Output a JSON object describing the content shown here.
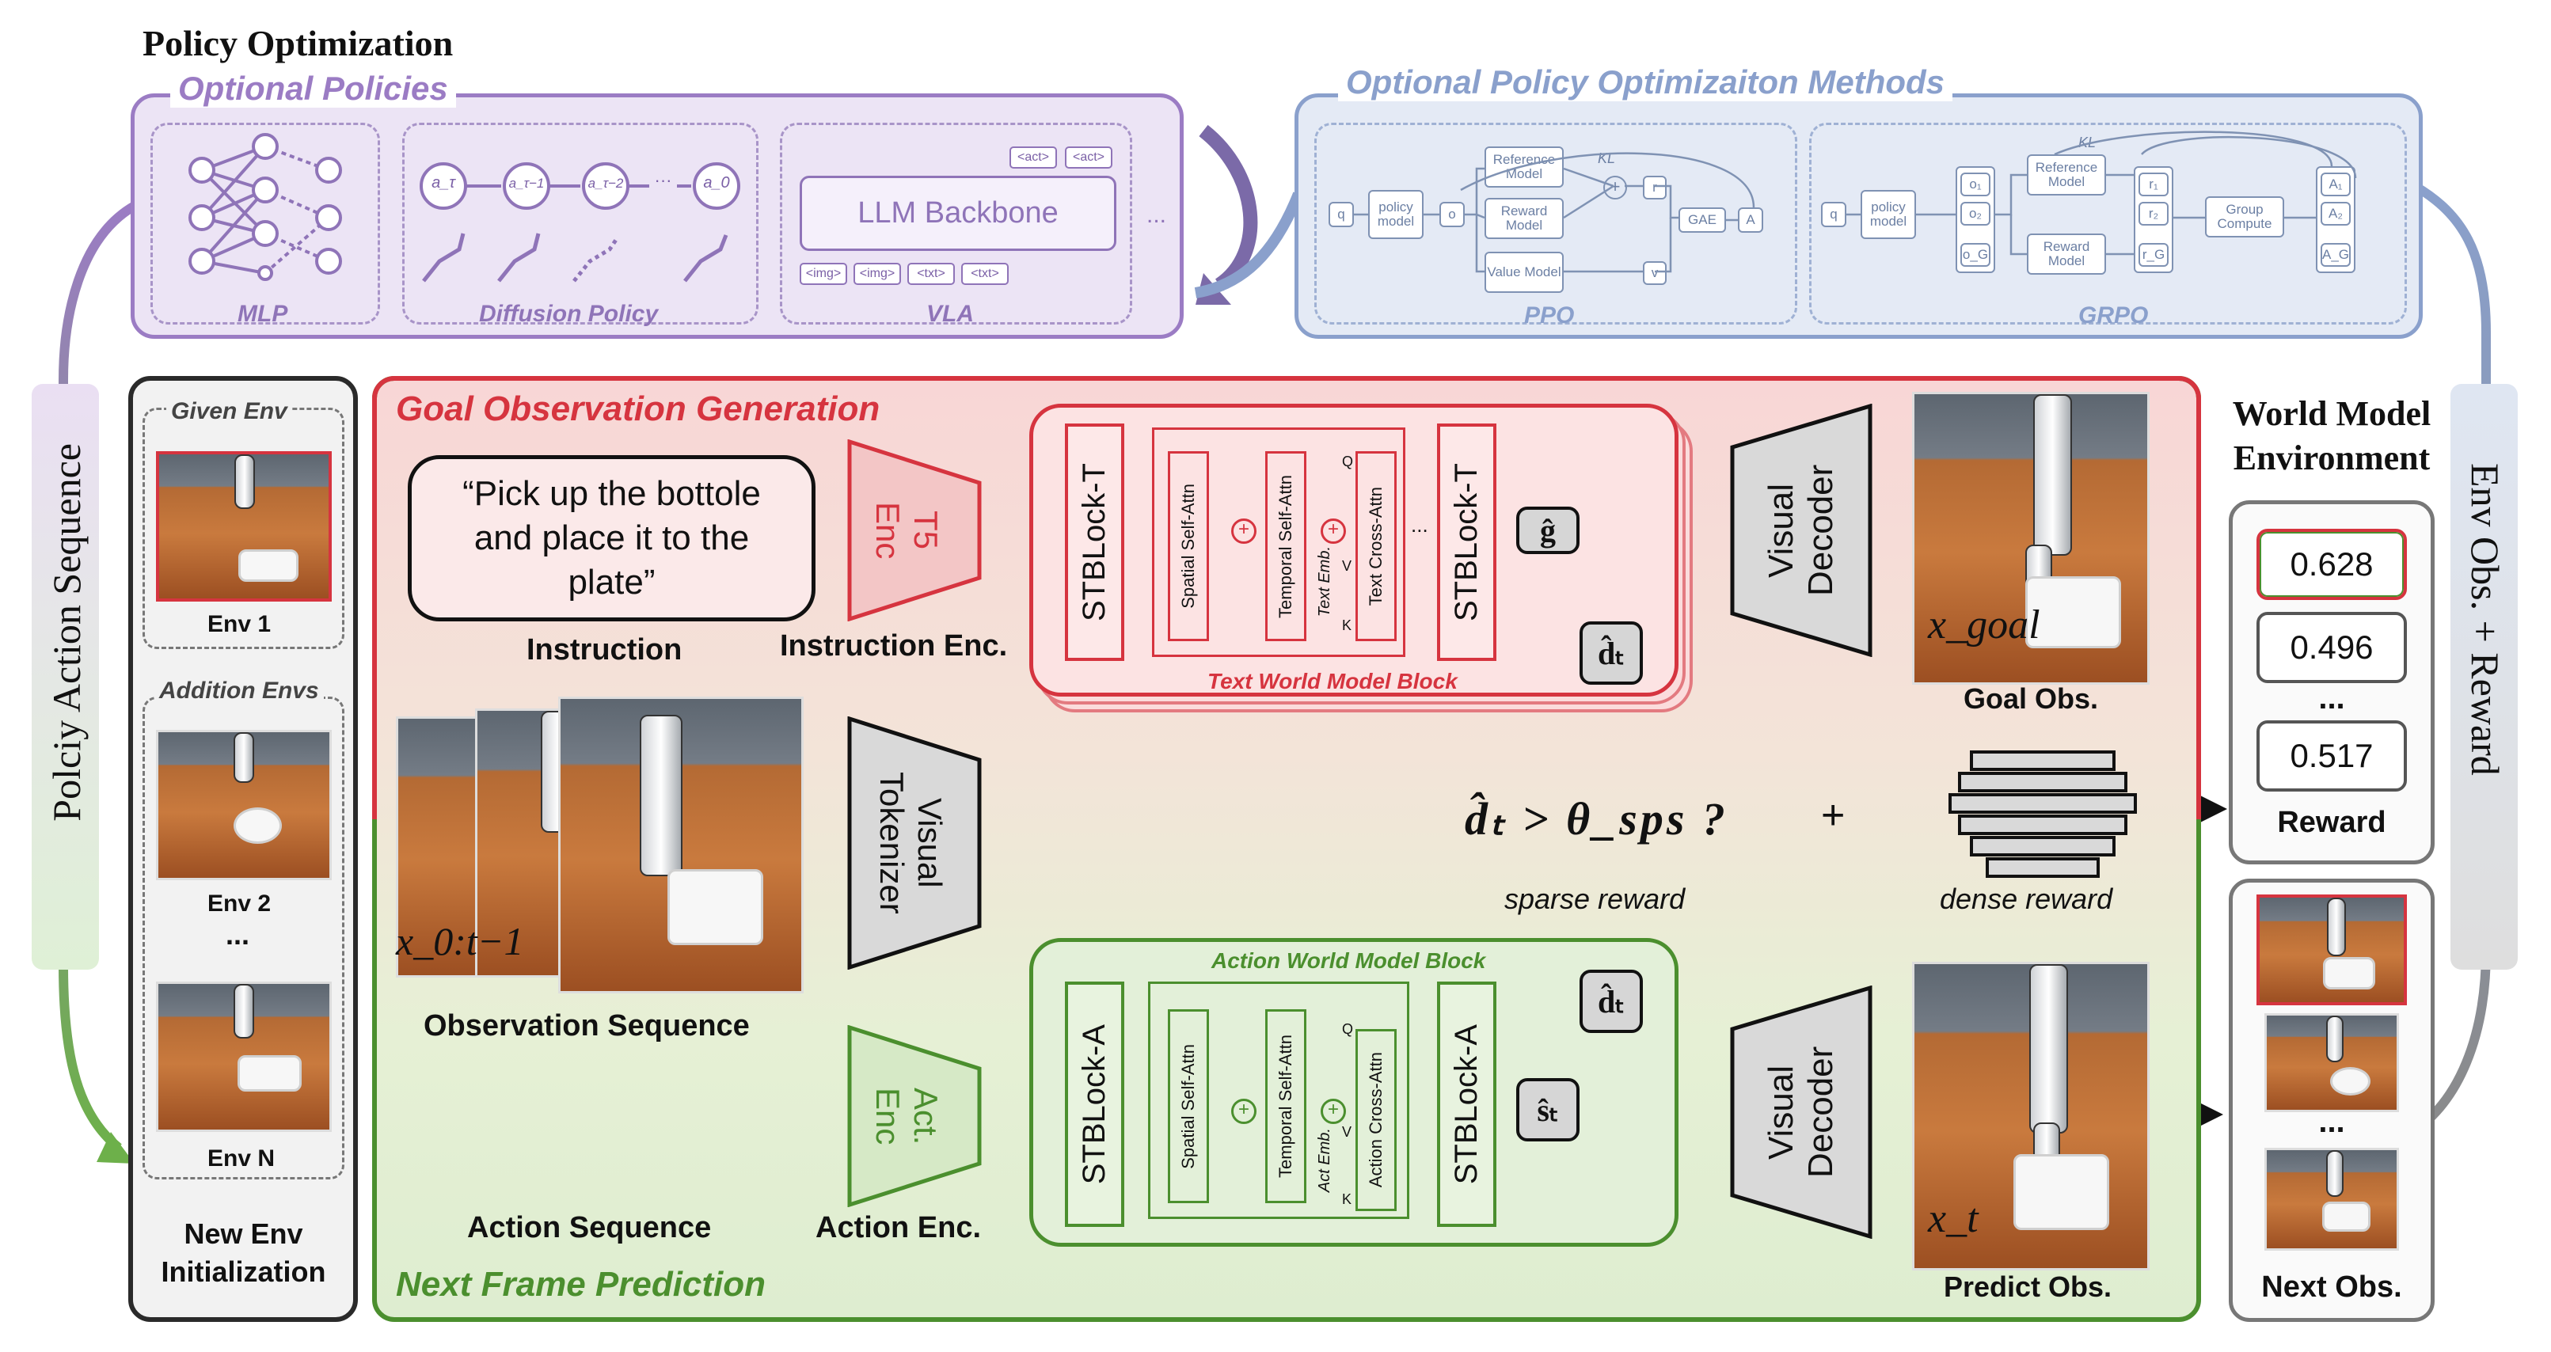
{
  "header": {
    "title": "Policy Optimization"
  },
  "optional_policies": {
    "title": "Optional Policies",
    "mlp_label": "MLP",
    "diffusion_label": "Diffusion Policy",
    "vla_label": "VLA",
    "llm_backbone": "LLM Backbone",
    "act_token": "<act>",
    "img_token": "<img>",
    "txt_token": "<txt>",
    "ellipsis": "...",
    "diffusion_steps": [
      "a_τ",
      "a_τ−1",
      "a_τ−2",
      "···",
      "a_0"
    ]
  },
  "optional_methods": {
    "title": "Optional Policy Optimizaiton Methods",
    "ppo": {
      "label": "PPO",
      "q": "q",
      "policy_model": "policy model",
      "o": "o",
      "reference_model": "Reference Model",
      "reward_model": "Reward Model",
      "value_model": "Value Model",
      "kl": "KL",
      "r": "r",
      "v": "v",
      "gae": "GAE",
      "a": "A"
    },
    "grpo": {
      "label": "GRPO",
      "q": "q",
      "policy_model": "policy model",
      "reference_model": "Reference Model",
      "reward_model": "Reward Model",
      "kl": "KL",
      "group_compute": "Group Compute",
      "outputs": [
        "o₁",
        "o₂",
        "o_G"
      ],
      "rewards": [
        "r₁",
        "r₂",
        "r_G"
      ],
      "advantages": [
        "A₁",
        "A₂",
        "A_G"
      ],
      "dots": "⋮"
    }
  },
  "left_side_label": "Polciy Action Sequence",
  "right_side_label": "Env Obs. + Reward",
  "env_panel": {
    "given_env": "Given Env",
    "env1": "Env 1",
    "addition_envs": "Addition Envs",
    "env2": "Env 2",
    "dots": "...",
    "envN": "Env N",
    "footer": "New Env Initialization"
  },
  "goal_gen": {
    "title": "Goal Observation Generation",
    "instruction_text": "“Pick up the bottole and place it to the plate”",
    "instruction_label": "Instruction",
    "t5_enc": "T5 Enc",
    "instruction_enc_label": "Instruction Enc.",
    "stblock_t": "STBLock-T",
    "spatial": "Spatial Self-Attn",
    "temporal": "Temporal Self-Attn",
    "text_emb": "Text Emb.",
    "text_cross": "Text Cross-Attn",
    "q": "Q",
    "k": "K",
    "v": "V",
    "dots": "...",
    "block_label": "Text World Model Block",
    "g_hat": "ĝ",
    "d_hat": "d̂ₜ",
    "visual_decoder": "Visual Decoder",
    "x_goal": "x_goal",
    "goal_obs_label": "Goal Obs."
  },
  "middle": {
    "visual_tokenizer": "Visual Tokenizer",
    "observation_label": "Observation Sequence",
    "x_seq": "x_0:t−1",
    "threshold_expr": "d̂ₜ > θ_sps ?",
    "plus": "+",
    "sparse_reward": "sparse reward",
    "dense_reward": "dense reward"
  },
  "next_frame": {
    "title": "Next Frame Prediction",
    "action_label": "Action Sequence",
    "act_enc": "Act. Enc",
    "action_enc_label": "Action Enc.",
    "stblock_a": "STBLock-A",
    "spatial": "Spatial Self-Attn",
    "temporal": "Temporal Self-Attn",
    "act_emb": "Act Emb.",
    "action_cross": "Action Cross-Attn",
    "block_label": "Action World Model Block",
    "s_hat": "ŝₜ",
    "d_hat": "d̂ₜ",
    "visual_decoder": "Visual Decoder",
    "x_t": "x_t",
    "predict_obs_label": "Predict Obs."
  },
  "world_model_env": {
    "title": "World Model Environment",
    "rewards": [
      "0.628",
      "0.496",
      "...",
      "0.517"
    ],
    "reward_label": "Reward",
    "next_obs_label": "Next Obs.",
    "dots": "..."
  },
  "colors": {
    "purple": "#9b7cc4",
    "blue": "#8aa0cc",
    "red": "#d6343f",
    "green": "#4b8f2e",
    "gray": "#555555"
  }
}
